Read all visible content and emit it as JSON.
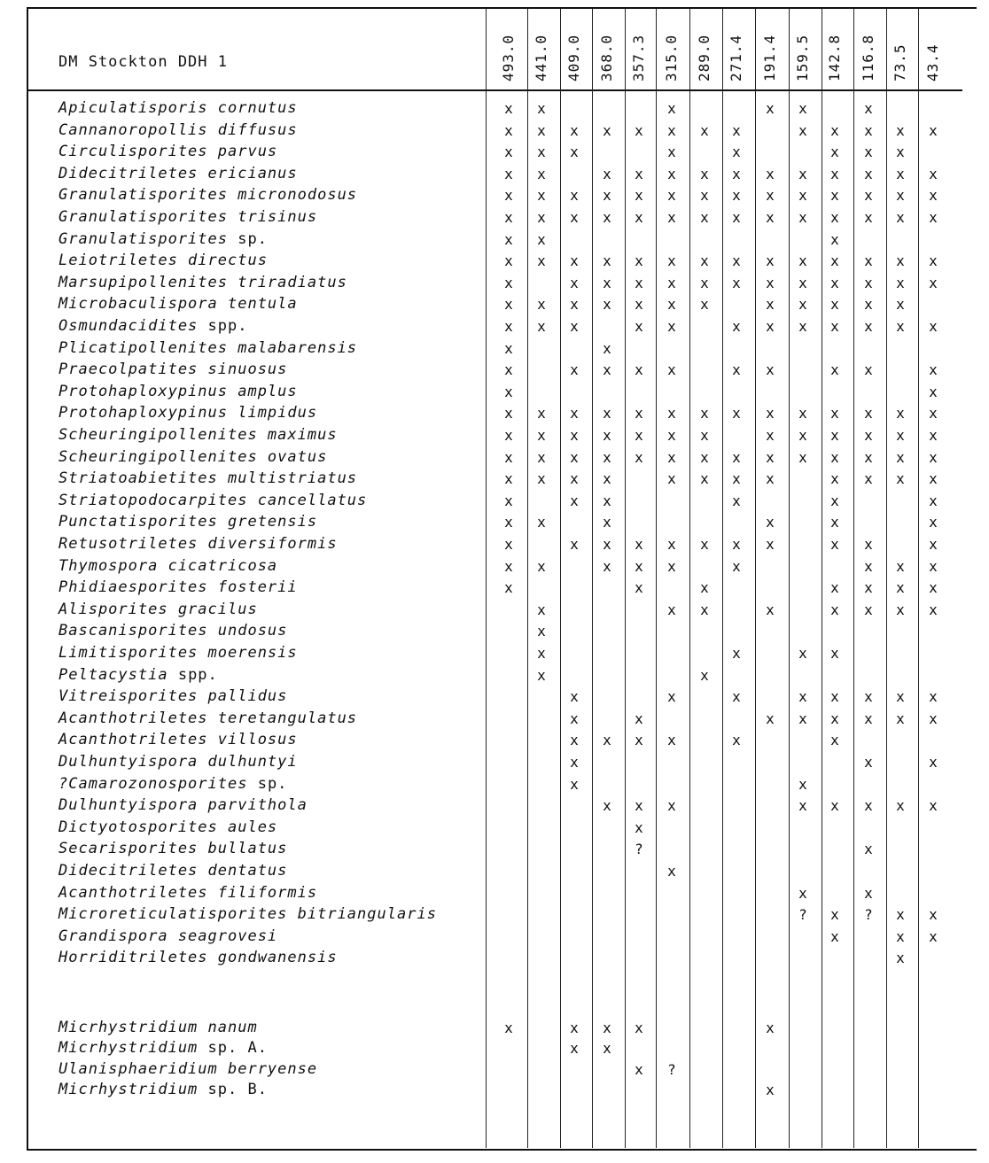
{
  "table": {
    "title": "DM Stockton DDH 1",
    "depths": [
      "493.0",
      "441.0",
      "409.0",
      "368.0",
      "357.3",
      "315.0",
      "289.0",
      "271.4",
      "191.4",
      "159.5",
      "142.8",
      "116.8",
      "73.5",
      "43.4"
    ],
    "species": [
      {
        "name": "Apiculatisporis cornutus",
        "marks": {
          "493.0": "x",
          "441.0": "x",
          "315.0": "x",
          "191.4": "x",
          "159.5": "x",
          "116.8": "x"
        }
      },
      {
        "name": "Cannanoropollis diffusus",
        "marks": {
          "493.0": "x",
          "441.0": "x",
          "409.0": "x",
          "368.0": "x",
          "357.3": "x",
          "315.0": "x",
          "289.0": "x",
          "271.4": "x",
          "159.5": "x",
          "142.8": "x",
          "116.8": "x",
          "73.5": "x",
          "43.4": "x"
        }
      },
      {
        "name": "Circulisporites parvus",
        "marks": {
          "493.0": "x",
          "441.0": "x",
          "409.0": "x",
          "315.0": "x",
          "271.4": "x",
          "142.8": "x",
          "116.8": "x",
          "73.5": "x"
        }
      },
      {
        "name": "Didecitriletes ericianus",
        "marks": {
          "493.0": "x",
          "441.0": "x",
          "368.0": "x",
          "357.3": "x",
          "315.0": "x",
          "289.0": "x",
          "271.4": "x",
          "191.4": "x",
          "159.5": "x",
          "142.8": "x",
          "116.8": "x",
          "73.5": "x",
          "43.4": "x"
        }
      },
      {
        "name": "Granulatisporites micronodosus",
        "marks": {
          "493.0": "x",
          "441.0": "x",
          "409.0": "x",
          "368.0": "x",
          "357.3": "x",
          "315.0": "x",
          "289.0": "x",
          "271.4": "x",
          "191.4": "x",
          "159.5": "x",
          "142.8": "x",
          "116.8": "x",
          "73.5": "x",
          "43.4": "x"
        }
      },
      {
        "name": "Granulatisporites trisinus",
        "marks": {
          "493.0": "x",
          "441.0": "x",
          "409.0": "x",
          "368.0": "x",
          "357.3": "x",
          "315.0": "x",
          "289.0": "x",
          "271.4": "x",
          "191.4": "x",
          "159.5": "x",
          "142.8": "x",
          "116.8": "x",
          "73.5": "x",
          "43.4": "x"
        }
      },
      {
        "name": "Granulatisporites",
        "suffix": "sp.",
        "marks": {
          "493.0": "x",
          "441.0": "x",
          "142.8": "x"
        }
      },
      {
        "name": "Leiotriletes directus",
        "marks": {
          "493.0": "x",
          "441.0": "x",
          "409.0": "x",
          "368.0": "x",
          "357.3": "x",
          "315.0": "x",
          "289.0": "x",
          "271.4": "x",
          "191.4": "x",
          "159.5": "x",
          "142.8": "x",
          "116.8": "x",
          "73.5": "x",
          "43.4": "x"
        }
      },
      {
        "name": "Marsupipollenites triradiatus",
        "marks": {
          "493.0": "x",
          "409.0": "x",
          "368.0": "x",
          "357.3": "x",
          "315.0": "x",
          "289.0": "x",
          "271.4": "x",
          "191.4": "x",
          "159.5": "x",
          "142.8": "x",
          "116.8": "x",
          "73.5": "x",
          "43.4": "x"
        }
      },
      {
        "name": "Microbaculispora tentula",
        "marks": {
          "493.0": "x",
          "441.0": "x",
          "409.0": "x",
          "368.0": "x",
          "357.3": "x",
          "315.0": "x",
          "289.0": "x",
          "191.4": "x",
          "159.5": "x",
          "142.8": "x",
          "116.8": "x",
          "73.5": "x"
        }
      },
      {
        "name": "Osmundacidites",
        "suffix": "spp.",
        "marks": {
          "493.0": "x",
          "441.0": "x",
          "409.0": "x",
          "357.3": "x",
          "315.0": "x",
          "271.4": "x",
          "191.4": "x",
          "159.5": "x",
          "142.8": "x",
          "116.8": "x",
          "73.5": "x",
          "43.4": "x"
        }
      },
      {
        "name": "Plicatipollenites malabarensis",
        "marks": {
          "493.0": "x",
          "368.0": "x"
        }
      },
      {
        "name": "Praecolpatites sinuosus",
        "marks": {
          "493.0": "x",
          "409.0": "x",
          "368.0": "x",
          "357.3": "x",
          "315.0": "x",
          "271.4": "x",
          "191.4": "x",
          "142.8": "x",
          "116.8": "x",
          "43.4": "x"
        }
      },
      {
        "name": "Protohaploxypinus amplus",
        "marks": {
          "493.0": "x",
          "43.4": "x"
        }
      },
      {
        "name": "Protohaploxypinus limpidus",
        "marks": {
          "493.0": "x",
          "441.0": "x",
          "409.0": "x",
          "368.0": "x",
          "357.3": "x",
          "315.0": "x",
          "289.0": "x",
          "271.4": "x",
          "191.4": "x",
          "159.5": "x",
          "142.8": "x",
          "116.8": "x",
          "73.5": "x",
          "43.4": "x"
        }
      },
      {
        "name": "Scheuringipollenites maximus",
        "marks": {
          "493.0": "x",
          "441.0": "x",
          "409.0": "x",
          "368.0": "x",
          "357.3": "x",
          "315.0": "x",
          "289.0": "x",
          "191.4": "x",
          "159.5": "x",
          "142.8": "x",
          "116.8": "x",
          "73.5": "x",
          "43.4": "x"
        }
      },
      {
        "name": "Scheuringipollenites ovatus",
        "marks": {
          "493.0": "x",
          "441.0": "x",
          "409.0": "x",
          "368.0": "x",
          "357.3": "x",
          "315.0": "x",
          "289.0": "x",
          "271.4": "x",
          "191.4": "x",
          "159.5": "x",
          "142.8": "x",
          "116.8": "x",
          "73.5": "x",
          "43.4": "x"
        }
      },
      {
        "name": "Striatoabietites multistriatus",
        "marks": {
          "493.0": "x",
          "441.0": "x",
          "409.0": "x",
          "368.0": "x",
          "315.0": "x",
          "289.0": "x",
          "271.4": "x",
          "191.4": "x",
          "142.8": "x",
          "116.8": "x",
          "73.5": "x",
          "43.4": "x"
        }
      },
      {
        "name": "Striatopodocarpites cancellatus",
        "marks": {
          "493.0": "x",
          "409.0": "x",
          "368.0": "x",
          "271.4": "x",
          "142.8": "x",
          "43.4": "x"
        }
      },
      {
        "name": "Punctatisporites gretensis",
        "marks": {
          "493.0": "x",
          "441.0": "x",
          "368.0": "x",
          "191.4": "x",
          "142.8": "x",
          "43.4": "x"
        }
      },
      {
        "name": "Retusotriletes diversiformis",
        "marks": {
          "493.0": "x",
          "409.0": "x",
          "368.0": "x",
          "357.3": "x",
          "315.0": "x",
          "289.0": "x",
          "271.4": "x",
          "191.4": "x",
          "142.8": "x",
          "116.8": "x",
          "43.4": "x"
        }
      },
      {
        "name": "Thymospora cicatricosa",
        "marks": {
          "493.0": "x",
          "441.0": "x",
          "368.0": "x",
          "357.3": "x",
          "315.0": "x",
          "271.4": "x",
          "116.8": "x",
          "73.5": "x",
          "43.4": "x"
        }
      },
      {
        "name": "Phidiaesporites fosterii",
        "marks": {
          "493.0": "x",
          "357.3": "x",
          "289.0": "x",
          "142.8": "x",
          "116.8": "x",
          "73.5": "x",
          "43.4": "x"
        }
      },
      {
        "name": "Alisporites gracilus",
        "marks": {
          "441.0": "x",
          "315.0": "x",
          "289.0": "x",
          "191.4": "x",
          "142.8": "x",
          "116.8": "x",
          "73.5": "x",
          "43.4": "x"
        }
      },
      {
        "name": "Bascanisporites undosus",
        "marks": {
          "441.0": "x"
        }
      },
      {
        "name": "Limitisporites moerensis",
        "marks": {
          "441.0": "x",
          "271.4": "x",
          "159.5": "x",
          "142.8": "x"
        }
      },
      {
        "name": "Peltacystia",
        "suffix": "spp.",
        "marks": {
          "441.0": "x",
          "289.0": "x"
        }
      },
      {
        "name": "Vitreisporites pallidus",
        "marks": {
          "409.0": "x",
          "315.0": "x",
          "271.4": "x",
          "159.5": "x",
          "142.8": "x",
          "116.8": "x",
          "73.5": "x",
          "43.4": "x"
        }
      },
      {
        "name": "Acanthotriletes teretangulatus",
        "marks": {
          "409.0": "x",
          "357.3": "x",
          "191.4": "x",
          "159.5": "x",
          "142.8": "x",
          "116.8": "x",
          "73.5": "x",
          "43.4": "x"
        }
      },
      {
        "name": "Acanthotriletes villosus",
        "marks": {
          "409.0": "x",
          "368.0": "x",
          "357.3": "x",
          "315.0": "x",
          "271.4": "x",
          "142.8": "x"
        }
      },
      {
        "name": "Dulhuntyispora dulhuntyi",
        "marks": {
          "409.0": "x",
          "116.8": "x",
          "43.4": "x"
        }
      },
      {
        "name": "?Camarozonosporites",
        "suffix": "sp.",
        "marks": {
          "409.0": "x",
          "159.5": "x"
        }
      },
      {
        "name": "Dulhuntyispora parvithola",
        "marks": {
          "368.0": "x",
          "357.3": "x",
          "315.0": "x",
          "159.5": "x",
          "142.8": "x",
          "116.8": "x",
          "73.5": "x",
          "43.4": "x"
        }
      },
      {
        "name": "Dictyotosporites aules",
        "marks": {
          "357.3": "x"
        }
      },
      {
        "name": "Secarisporites bullatus",
        "marks": {
          "357.3": "?",
          "116.8": "x"
        }
      },
      {
        "name": "Didecitriletes dentatus",
        "marks": {
          "315.0": "x"
        }
      },
      {
        "name": "Acanthotriletes filiformis",
        "marks": {
          "159.5": "x",
          "116.8": "x"
        }
      },
      {
        "name": "Microreticulatisporites bitriangularis",
        "marks": {
          "159.5": "?",
          "142.8": "x",
          "116.8": "?",
          "73.5": "x",
          "43.4": "x"
        }
      },
      {
        "name": "Grandispora seagrovesi",
        "marks": {
          "142.8": "x",
          "73.5": "x",
          "43.4": "x"
        }
      },
      {
        "name": "Horriditriletes gondwanensis",
        "marks": {
          "73.5": "x"
        }
      }
    ],
    "acritarchs": [
      {
        "name": "Micrhystridium nanum",
        "marks": {
          "493.0": "x",
          "409.0": "x",
          "368.0": "x",
          "357.3": "x",
          "191.4": "x"
        }
      },
      {
        "name": "Micrhystridium",
        "suffix": "sp. A.",
        "marks": {
          "409.0": "x",
          "368.0": "x"
        }
      },
      {
        "name": "Ulanisphaeridium berryense",
        "marks": {
          "357.3": "x",
          "315.0": "?"
        }
      },
      {
        "name": "Micrhystridium",
        "suffix": "sp. B.",
        "marks": {
          "191.4": "x"
        }
      }
    ]
  }
}
